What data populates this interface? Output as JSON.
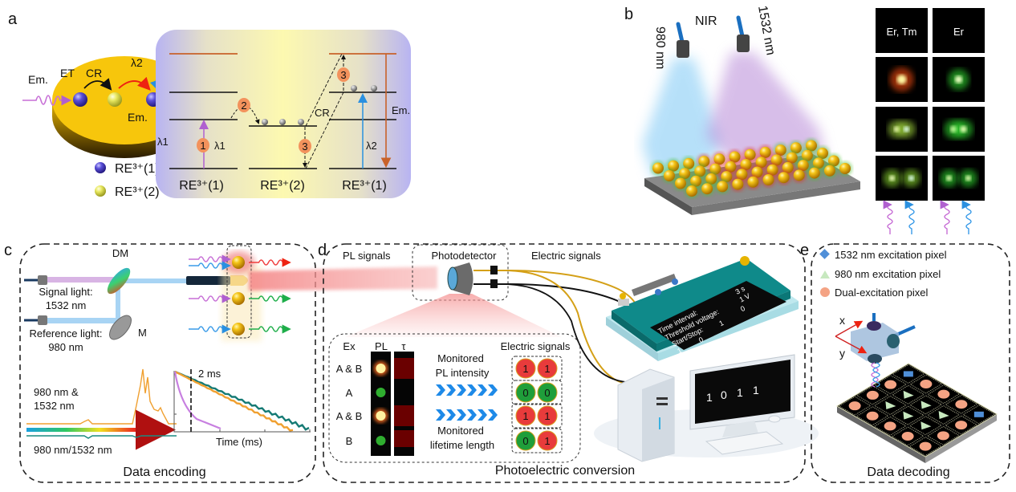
{
  "panel_a": {
    "label": "a",
    "em_left": "Em.",
    "et": "ET",
    "cr": "CR",
    "lambda2": "λ2",
    "em_right": "Em.",
    "legend": [
      "RE³⁺(1)",
      "RE³⁺(2)"
    ],
    "energy": {
      "lambda1_side": "λ1",
      "lambda1": "λ1",
      "steps": [
        "1",
        "2",
        "3",
        "3"
      ],
      "cr": "CR",
      "em": "Em.",
      "lambda2": "λ2",
      "columns": [
        "RE³⁺(1)",
        "RE³⁺(2)",
        "RE³⁺(1)"
      ]
    }
  },
  "panel_b": {
    "label": "b",
    "nir": "NIR",
    "ex980": "980 nm",
    "ex1532": "1532 nm",
    "thumb_headers": [
      "Er, Tm",
      "Er"
    ]
  },
  "panel_c": {
    "label": "c",
    "dm": "DM",
    "m": "M",
    "signal": [
      "Signal light:",
      "1532 nm"
    ],
    "reference": [
      "Reference light:",
      "980 nm"
    ],
    "spectrum_top": [
      "980 nm &",
      "1532 nm"
    ],
    "spectrum_bottom": "980 nm/1532 nm",
    "lifetime_marker": "2 ms",
    "lifetime_xlabel": "Time (ms)",
    "caption": "Data encoding"
  },
  "panel_d": {
    "label": "d",
    "pl_signals": "PL signals",
    "photodetector": "Photodetector",
    "electric_signals": "Electric signals",
    "inset": {
      "headers": [
        "Ex",
        "PL",
        "τ"
      ],
      "electric_header": "Electric signals",
      "rows": [
        {
          "ex": "A & B",
          "pl": "yellow",
          "tau": "long",
          "bits": [
            "1",
            "1"
          ]
        },
        {
          "ex": "A",
          "pl": "green",
          "tau": "none",
          "bits": [
            "0",
            "0"
          ]
        },
        {
          "ex": "A & B",
          "pl": "yellow",
          "tau": "long",
          "bits": [
            "1",
            "1"
          ]
        },
        {
          "ex": "B",
          "pl": "green",
          "tau": "long",
          "bits": [
            "0",
            "1"
          ]
        }
      ],
      "monitored_pl": [
        "Monitored",
        "PL intensity"
      ],
      "monitored_lifetime": [
        "Monitored",
        "lifetime length"
      ]
    },
    "device_screen": {
      "time_interval": "Time interval:",
      "time_value": "3 s",
      "threshold": "Threshold voltage:",
      "threshold_value": "1 V",
      "start_stop": "Start/Stop:",
      "bits": [
        "1",
        "0",
        "1",
        "0"
      ]
    },
    "monitor_bits": [
      "1",
      "0",
      "1",
      "1"
    ],
    "caption": "Photoelectric conversion"
  },
  "panel_e": {
    "label": "e",
    "legend": [
      "1532 nm excitation pixel",
      "980 nm excitation pixel",
      "Dual-excitation pixel"
    ],
    "axis_x": "x",
    "axis_y": "y",
    "pixel_grid": [
      [
        "1532",
        "dual",
        "dual",
        "dual",
        "1532"
      ],
      [
        "dual",
        "980",
        "980",
        "980",
        "dual"
      ],
      [
        "dual",
        "980",
        "980",
        "980",
        "dual"
      ],
      [
        "dual",
        "dual",
        "dual",
        "dual",
        "dual"
      ]
    ],
    "caption": "Data decoding"
  },
  "colors": {
    "excitation_980": "#3a9be8",
    "excitation_1532": "#c76fd6",
    "emission_red": "#f03c3c",
    "emission_green": "#1fae4a",
    "bit_one": "#e83b3b",
    "bit_zero": "#1f9e3a",
    "pixel_1532": "#4f8fd8",
    "pixel_980": "#c7e8bf",
    "pixel_dual": "#f4a384",
    "level_orange": "#c8622a"
  }
}
